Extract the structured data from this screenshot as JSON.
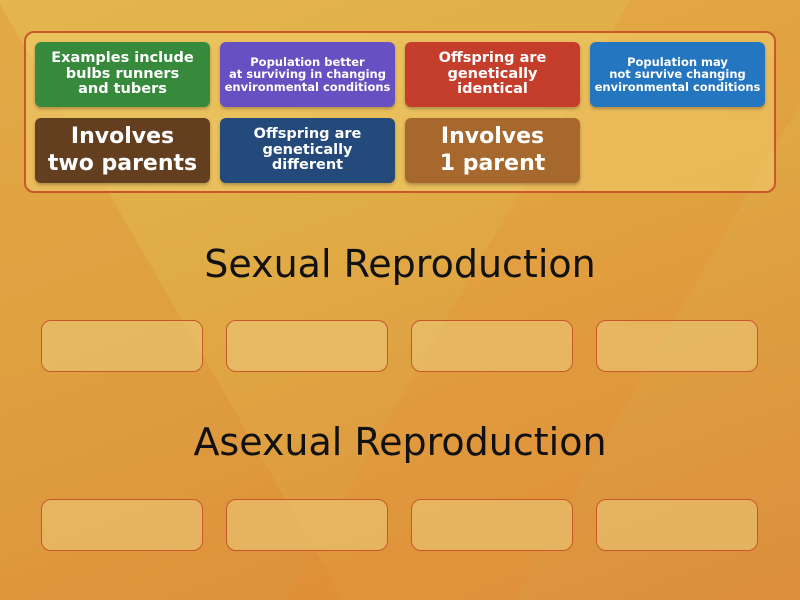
{
  "colors": {
    "green": "#378a3c",
    "purple": "#6650c2",
    "red": "#c53e2c",
    "blue": "#2476c0",
    "dark_brown": "#633f20",
    "navy": "#24497b",
    "light_brown": "#a7682d",
    "slot_border": "#c8582a"
  },
  "cards": [
    {
      "text": "Examples include\nbulbs runners\nand tubers",
      "color": "#378a3c"
    },
    {
      "text": "Population better\nat surviving in changing\nenvironmental conditions",
      "color": "#6650c2"
    },
    {
      "text": "Offspring are\ngenetically\nidentical",
      "color": "#c53e2c"
    },
    {
      "text": "Population may\nnot survive changing\nenvironmental conditions",
      "color": "#2476c0"
    },
    {
      "text": "Involves\ntwo parents",
      "color": "#633f20"
    },
    {
      "text": "Offspring are\ngenetically\ndifferent",
      "color": "#24497b"
    },
    {
      "text": "Involves\n1 parent",
      "color": "#a7682d"
    }
  ],
  "groups": [
    {
      "title": "Sexual Reproduction",
      "slots": 4
    },
    {
      "title": "Asexual Reproduction",
      "slots": 4
    }
  ]
}
